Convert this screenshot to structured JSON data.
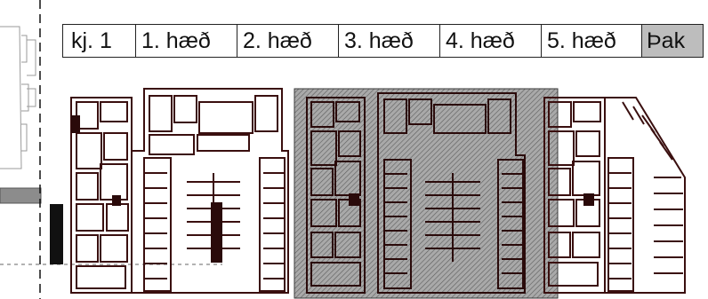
{
  "floor_selector": {
    "tabs": [
      {
        "label": "kj. 1",
        "active": false
      },
      {
        "label": "1. hæð",
        "active": false
      },
      {
        "label": "2. hæð",
        "active": false
      },
      {
        "label": "3. hæð",
        "active": false
      },
      {
        "label": "4. hæð",
        "active": false
      },
      {
        "label": "5. hæð",
        "active": false
      },
      {
        "label": "Þak",
        "active": true
      }
    ]
  },
  "colors": {
    "line": "#3a0f0f",
    "highlight_fill": "#9a9a9a",
    "active_tab": "#bdbdbd",
    "neighbor_fill": "#8c8c8c"
  },
  "highlighted_building": "middle"
}
